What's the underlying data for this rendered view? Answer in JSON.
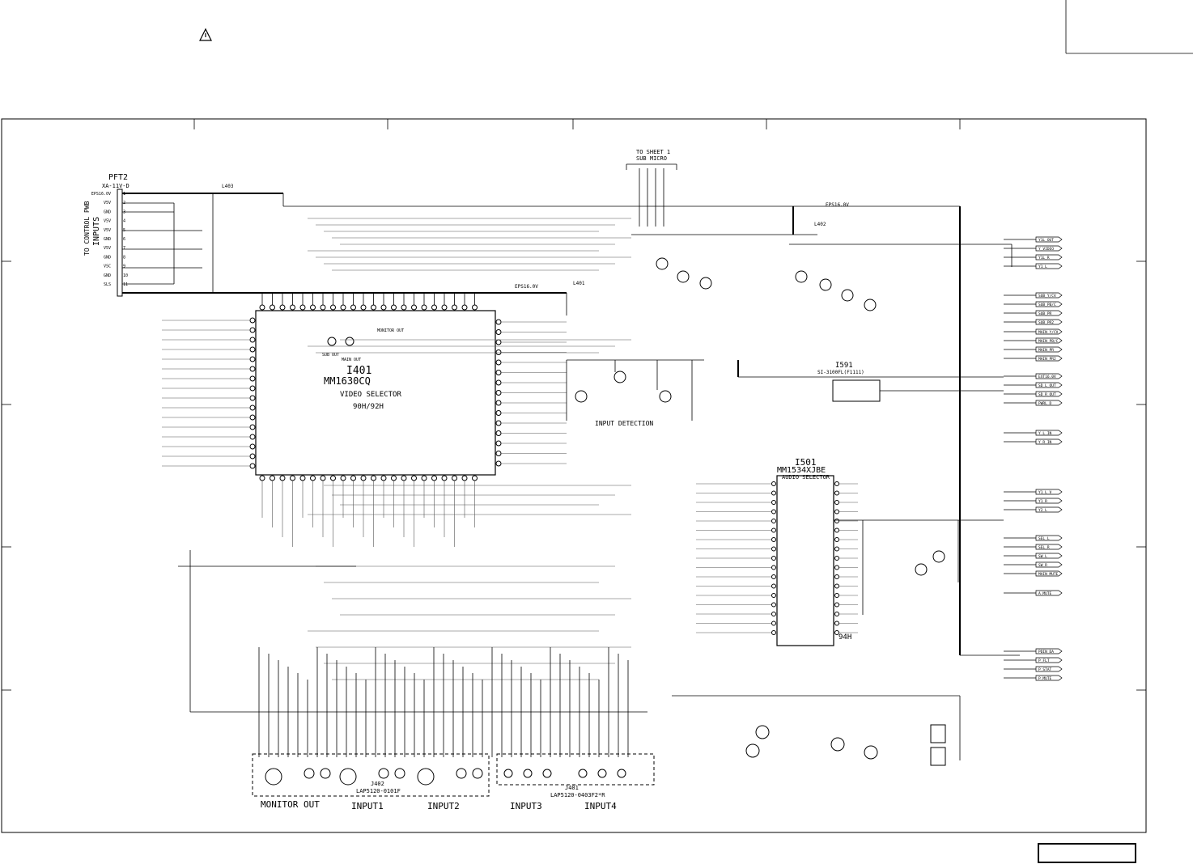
{
  "sheet": {
    "warning_symbol": "warning-triangle-icon"
  },
  "connector_pft2": {
    "ref": "PFT2",
    "part": "XA-11V-D",
    "group_label_1": "INPUTS",
    "group_label_2": "TO CONTROL PWB",
    "pins": [
      {
        "num": "1",
        "label": "EPS16.0V"
      },
      {
        "num": "2",
        "label": "V5V"
      },
      {
        "num": "3",
        "label": "GND"
      },
      {
        "num": "4",
        "label": "V5V"
      },
      {
        "num": "5",
        "label": "V5V"
      },
      {
        "num": "6",
        "label": "GND"
      },
      {
        "num": "7",
        "label": "V5V"
      },
      {
        "num": "8",
        "label": "GND"
      },
      {
        "num": "9",
        "label": "VSC"
      },
      {
        "num": "10",
        "label": "GND"
      },
      {
        "num": "11",
        "label": "SLS"
      }
    ]
  },
  "i401": {
    "ref": "I401",
    "part": "MM1630CQ",
    "function": "VIDEO SELECTOR",
    "variant": "90H/92H",
    "sub_out": "SUB OUT",
    "main_out": "MAIN OUT",
    "monitor_out": "MONITOR OUT"
  },
  "i501": {
    "ref": "I501",
    "part": "MM1534XJBE",
    "function": "AUDIO SELECTOR",
    "variant": "94H"
  },
  "i591": {
    "ref": "I591",
    "part": "SI-3100FL(F1111)"
  },
  "input_detection": {
    "label": "INPUT DETECTION"
  },
  "to_sheet": {
    "line1": "TO SHEET 1",
    "line2": "SUB MICRO"
  },
  "net_labels": {
    "eps16": "EPS16.0V",
    "l401": "L401",
    "l402": "L402",
    "l403": "L403",
    "gnd": "GND"
  },
  "jacks": {
    "j402": {
      "ref": "J402",
      "part": "LAP5120-0101F"
    },
    "j401": {
      "ref": "J401",
      "part": "LAP5120-0403F2*R"
    }
  },
  "bottom_labels": [
    "MONITOR OUT",
    "INPUT1",
    "INPUT2",
    "INPUT3",
    "INPUT4"
  ],
  "right_connectors": {
    "group_a": [
      "Y1L_OUT",
      "Y_VIDEO",
      "Y1L_R",
      "Y1_L"
    ],
    "group_b": [
      "SUB_Y/CV",
      "SUB_PB/C",
      "SUB_PR",
      "SUB_PR2"
    ],
    "group_c": [
      "MAIN_Y/CV",
      "MAIN_PB/C",
      "MAIN_PR",
      "MAIN_PR2"
    ],
    "group_d": [
      "EXT16.0V",
      "SD_L_OUT",
      "SD_R_OUT",
      "PWRL_D"
    ],
    "group_e": [
      "Y_L_IN",
      "Y_R_IN"
    ],
    "group_f": [
      "Y1_L_V",
      "Y1_R",
      "Y2_L"
    ],
    "group_g": [
      "SEL_L",
      "SEL_R",
      "SW_L",
      "SW_R",
      "MAIN_MUTE"
    ],
    "group_h": [
      "A_MUTE"
    ],
    "group_i": [
      "PDIN_DA",
      "P_FLT",
      "P_STAT",
      "P_MUTE"
    ]
  }
}
